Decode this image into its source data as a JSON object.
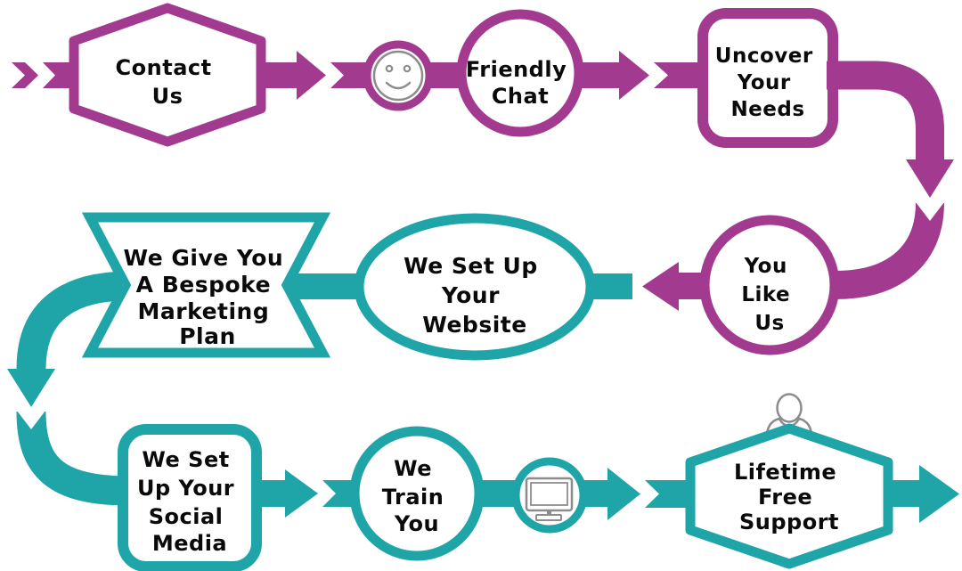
{
  "title": "Customer journey process flowchart",
  "colors": {
    "purple": "#A23A90",
    "teal": "#1FA5A7",
    "icon_gray": "#8C8C8C",
    "text": "#0A0A0A",
    "background": "#FFFFFF"
  },
  "flow": {
    "steps": [
      {
        "id": "contact-us",
        "shape": "hexagon",
        "color": "purple",
        "label_lines": [
          "Contact",
          "Us"
        ]
      },
      {
        "id": "friendly-chat",
        "shape": "circle",
        "color": "purple",
        "icon": "smiley-face",
        "label_lines": [
          "Friendly",
          "Chat"
        ]
      },
      {
        "id": "uncover-your-needs",
        "shape": "rounded-square",
        "color": "purple",
        "label_lines": [
          "Uncover",
          "Your",
          "Needs"
        ]
      },
      {
        "id": "you-like-us",
        "shape": "circle",
        "color": "purple",
        "label_lines": [
          "You",
          "Like",
          "Us"
        ]
      },
      {
        "id": "we-set-up-your-website",
        "shape": "ellipse",
        "color": "teal",
        "label_lines": [
          "We Set Up",
          "Your",
          "Website"
        ]
      },
      {
        "id": "bespoke-marketing-plan",
        "shape": "banner",
        "color": "teal",
        "label_lines": [
          "We Give You",
          "A Bespoke",
          "Marketing",
          "Plan"
        ]
      },
      {
        "id": "we-set-up-your-social-media",
        "shape": "rounded-square",
        "color": "teal",
        "label_lines": [
          "We Set",
          "Up Your",
          "Social",
          "Media"
        ]
      },
      {
        "id": "we-train-you",
        "shape": "circle",
        "color": "teal",
        "icon": "computer-monitor",
        "label_lines": [
          "We",
          "Train",
          "You"
        ]
      },
      {
        "id": "lifetime-free-support",
        "shape": "hexagon",
        "color": "teal",
        "icon": "person-silhouette",
        "label_lines": [
          "Lifetime",
          "Free",
          "Support"
        ]
      }
    ],
    "icons": {
      "chat": "smiley-face",
      "training": "computer-monitor",
      "support": "person-silhouette"
    }
  }
}
